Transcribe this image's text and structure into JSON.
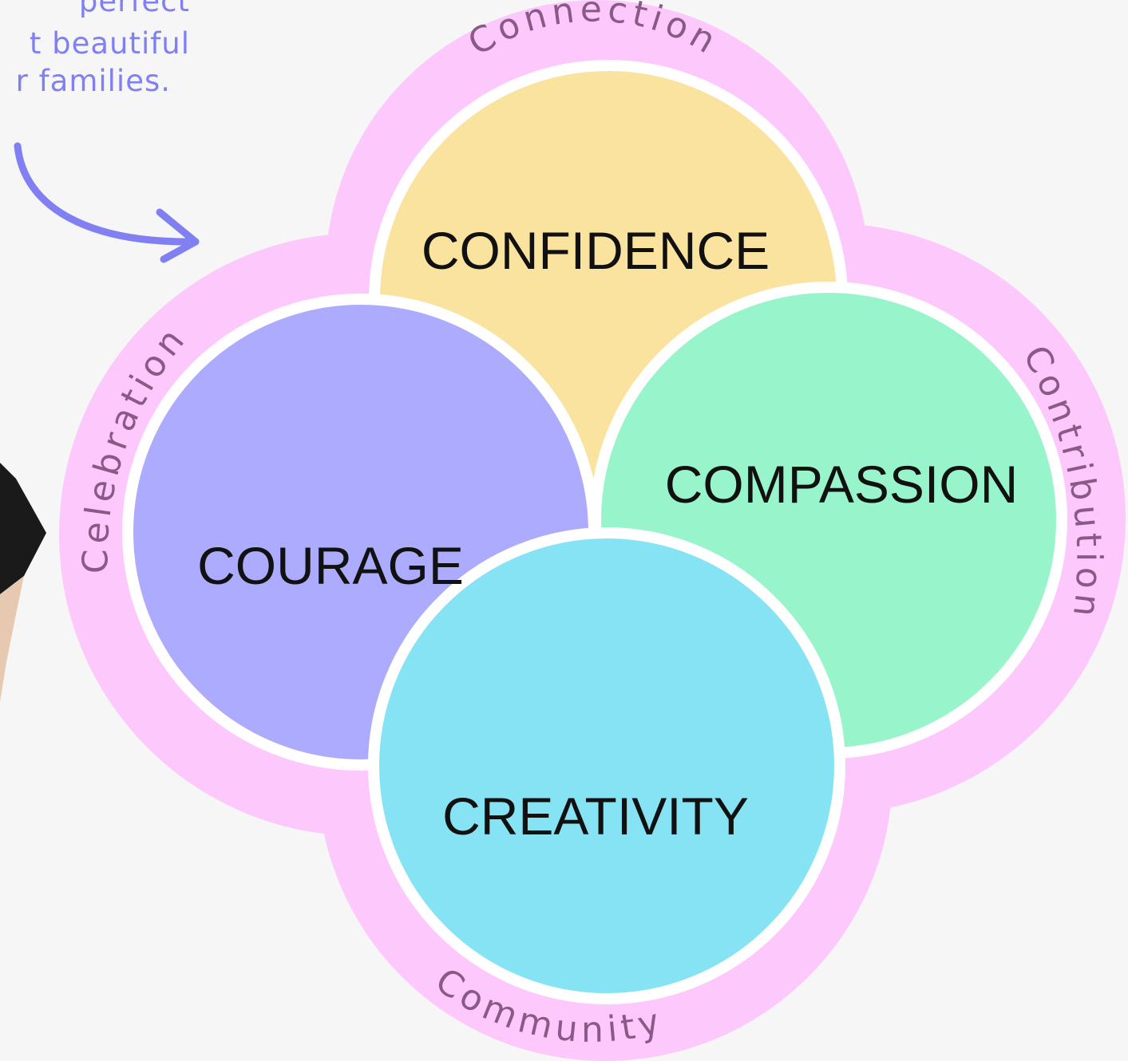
{
  "caption": {
    "line1": "perfect",
    "line2": "t beautiful",
    "line3": "r families."
  },
  "circles": {
    "confidence": {
      "label": "CONFIDENCE",
      "color": "#fae39f"
    },
    "compassion": {
      "label": "COMPASSION",
      "color": "#98f5cb"
    },
    "courage": {
      "label": "COURAGE",
      "color": "#adabfd"
    },
    "creativity": {
      "label": "CREATIVITY",
      "color": "#86e3f4"
    }
  },
  "ring": {
    "color": "#fdc8fb",
    "text_color": "#8a5a86",
    "connection": "Connection",
    "contribution": "Contribution",
    "community": "Community",
    "celebration": "Celebration"
  },
  "colors": {
    "arrow": "#8080f2",
    "photo_dark": "#1a1a1a",
    "photo_skin": "#e7c9b2",
    "label_text": "#111111"
  }
}
